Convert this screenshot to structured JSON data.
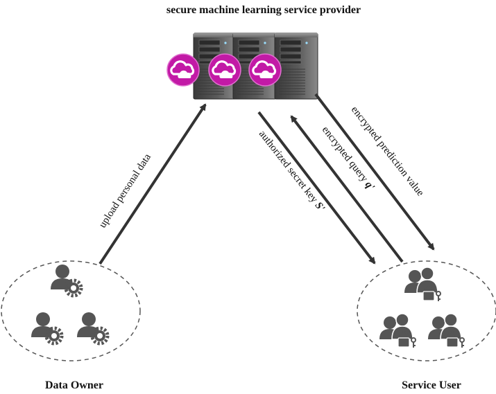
{
  "title": "secure machine learning service provider",
  "edges": {
    "upload": "upload personal data",
    "secret_key_text": "authorized secret key ",
    "secret_key_symbol": "S'",
    "query_text": "encrypted query ",
    "query_symbol": "q'",
    "prediction": "encrypted prediction value"
  },
  "nodes": {
    "data_owner": "Data Owner",
    "service_user": "Service User"
  },
  "colors": {
    "arrow": "#333333",
    "cloud_badge": "#c21aa6",
    "server_body": "#4a4a4a",
    "person": "#555555"
  },
  "icons": {
    "server": "server-tower-icon",
    "cloud": "cloud-icon",
    "owner": "user-gear-icon",
    "user": "user-lock-icon"
  }
}
